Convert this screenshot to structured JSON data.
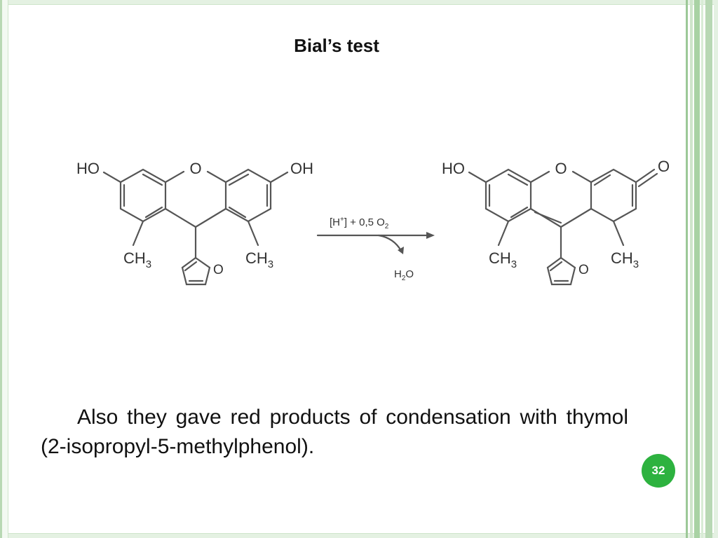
{
  "slide": {
    "title": "Bial’s test",
    "body_text": "Also they gave red products of condensation with thymol (2-isopropyl-5-methylphenol).",
    "page_number": "32"
  },
  "reactant": {
    "ho_left": "HO",
    "oh_right": "OH",
    "ring_o": "O",
    "ch3_left": "CH",
    "ch3_left_sub": "3",
    "ch3_right": "CH",
    "ch3_right_sub": "3",
    "furan_o": "O"
  },
  "arrow": {
    "reagent": "[H",
    "reagent_sup": "+",
    "reagent_rest": "] + 0,5 O",
    "reagent_sub": "2",
    "byproduct": "H",
    "byproduct_sub": "2",
    "byproduct_rest": "O"
  },
  "product": {
    "ho_left": "HO",
    "ring_o": "O",
    "carbonyl_o": "O",
    "ch3_left": "CH",
    "ch3_left_sub": "3",
    "ch3_right": "CH",
    "ch3_right_sub": "3",
    "furan_o": "O"
  },
  "colors": {
    "frame_green": "#b8d8b4",
    "badge_green": "#2db23f",
    "bond": "#555555"
  }
}
